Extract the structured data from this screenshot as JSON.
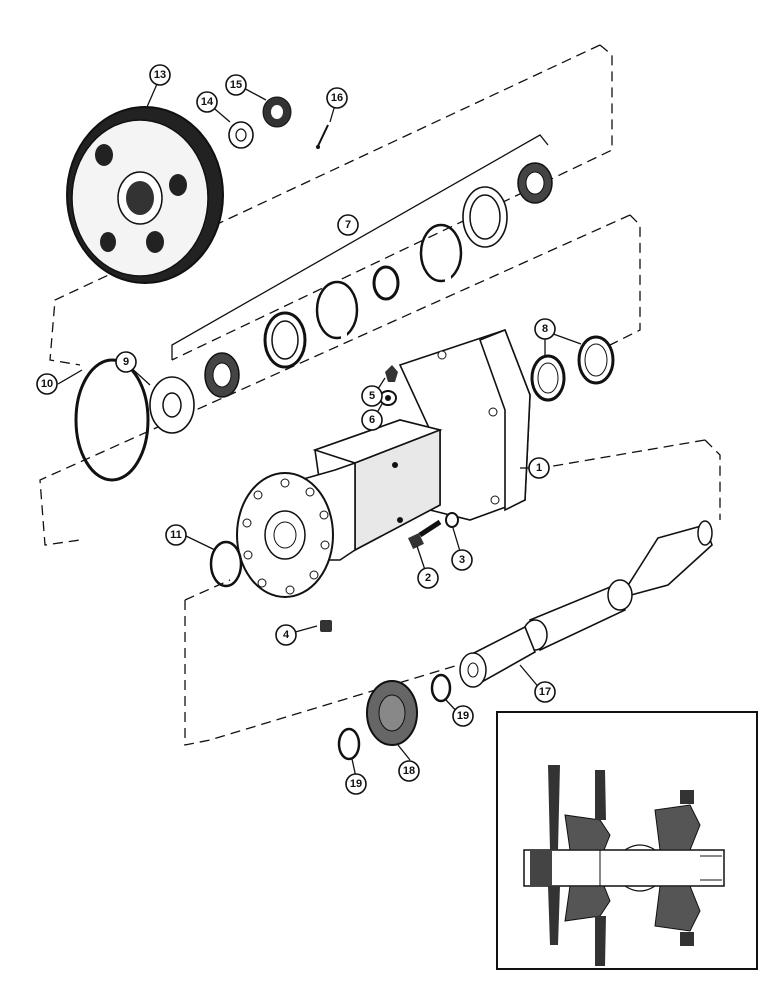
{
  "callouts": {
    "c1": "1",
    "c2": "2",
    "c3": "3",
    "c4": "4",
    "c5": "5",
    "c6": "6",
    "c7": "7",
    "c8": "8",
    "c9": "9",
    "c10": "10",
    "c11": "11",
    "c13": "13",
    "c14": "14",
    "c15": "15",
    "c16": "16",
    "c17": "17",
    "c18": "18",
    "c19a": "19",
    "c19b": "19"
  },
  "colors": {
    "ink": "#111111",
    "paper": "#ffffff",
    "shade": "#555555"
  }
}
